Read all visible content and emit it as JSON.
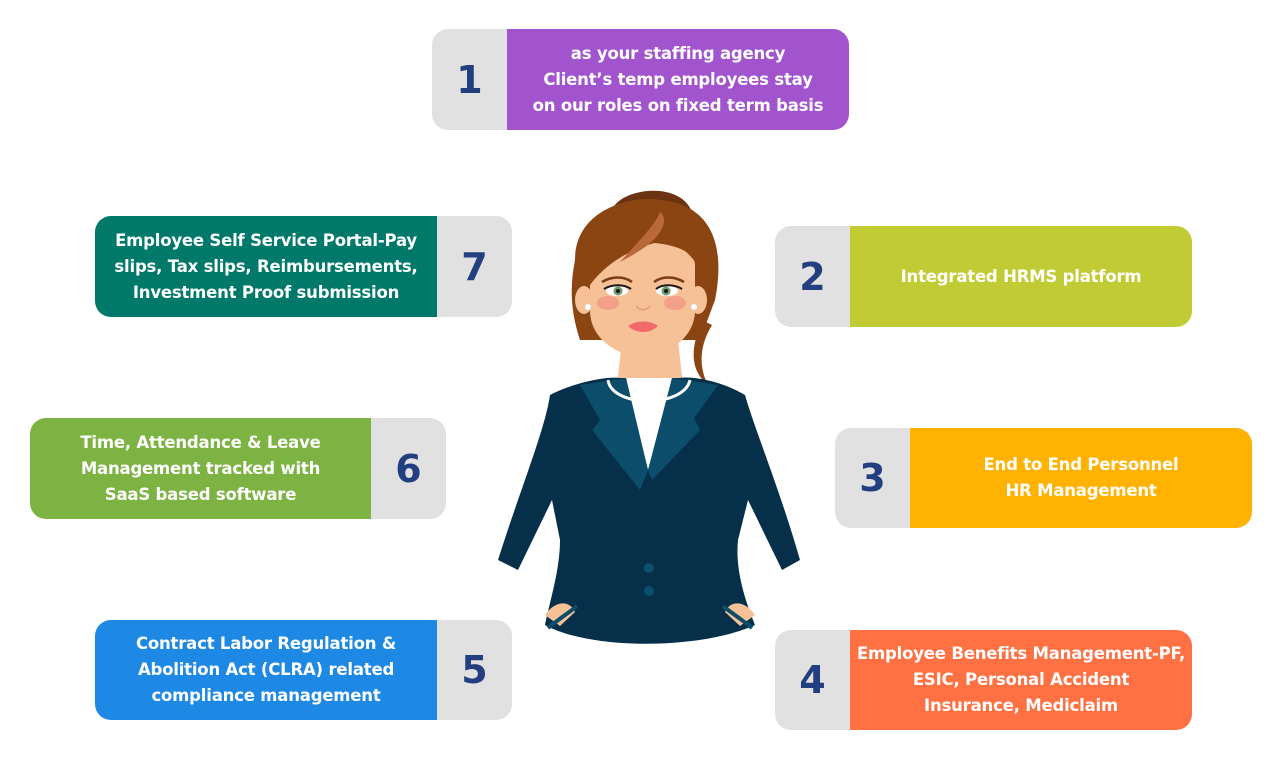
{
  "infographic": {
    "items": [
      {
        "number": "1",
        "color": "#a154cd",
        "lines": [
          "as your staffing agency",
          "Client’s temp employees stay",
          "on our roles on fixed term basis"
        ]
      },
      {
        "number": "2",
        "color": "#c1cc35",
        "lines": [
          "Integrated HRMS platform"
        ]
      },
      {
        "number": "3",
        "color": "#ffb300",
        "lines": [
          "End to End Personnel",
          "HR Management"
        ]
      },
      {
        "number": "4",
        "color": "#ff7043",
        "lines": [
          "Employee Benefits Management-PF,",
          "ESIC, Personal Accident",
          "Insurance, Mediclaim"
        ]
      },
      {
        "number": "5",
        "color": "#1e88e5",
        "lines": [
          "Contract Labor Regulation &",
          "Abolition Act (CLRA) related",
          "compliance management"
        ]
      },
      {
        "number": "6",
        "color": "#7cb342",
        "lines": [
          "Time, Attendance & Leave",
          "Management tracked with",
          "SaaS based software"
        ]
      },
      {
        "number": "7",
        "color": "#00796b",
        "lines": [
          "Employee Self Service Portal-Pay",
          "slips, Tax slips, Reimbursements,",
          "Investment Proof submission"
        ]
      }
    ],
    "number_color": "#233f7f",
    "number_bg": "#e1e1e2",
    "illustration": "businesswoman-illustration"
  }
}
